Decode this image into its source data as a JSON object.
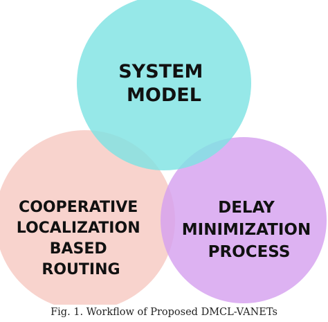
{
  "diagram": {
    "circles": [
      {
        "id": "top",
        "lines": [
          "SYSTEM",
          "MODEL"
        ],
        "color": "#7fe3e3"
      },
      {
        "id": "left",
        "lines": [
          "COOPERATIVE",
          "LOCALIZATION",
          "BASED",
          "ROUTING"
        ],
        "color": "#f7c9c2"
      },
      {
        "id": "right",
        "lines": [
          "DELAY",
          "MINIMIZATION",
          "PROCESS"
        ],
        "color": "#d6a1ef"
      }
    ]
  },
  "caption": "Fig. 1. Workflow of Proposed DMCL-VANETs"
}
